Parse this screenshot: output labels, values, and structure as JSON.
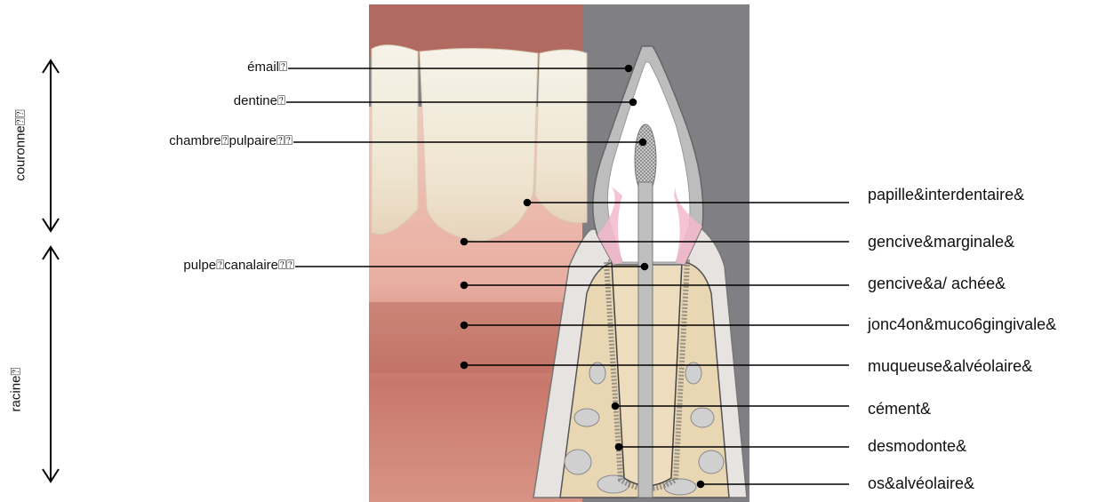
{
  "left_labels": [
    {
      "text": "émail⍰"
    },
    {
      "text": "dentine⍰"
    },
    {
      "text": "chambre⍰pulpaire⍰⍰"
    },
    {
      "text": "pulpe⍰canalaire⍰⍰"
    }
  ],
  "right_labels": [
    {
      "text": "papille&interdentaire&"
    },
    {
      "text": "gencive&marginale&"
    },
    {
      "text": "gencive&a/ achée&"
    },
    {
      "text": "jonc4on&muco6gingivale&"
    },
    {
      "text": "muqueuse&alvéolaire&"
    },
    {
      "text": "cément&"
    },
    {
      "text": "desmodonte&"
    },
    {
      "text": "os&alvéolaire&"
    }
  ],
  "side_labels": {
    "crown": "couronne⍰⍰",
    "root": "racine⍰"
  },
  "colors": {
    "gray_bg": "#8a8a8e",
    "gum": "#d89d8e",
    "tooth": "#f1e6cd",
    "bone": "#e9d7b4",
    "enamel": "#ffffff"
  }
}
